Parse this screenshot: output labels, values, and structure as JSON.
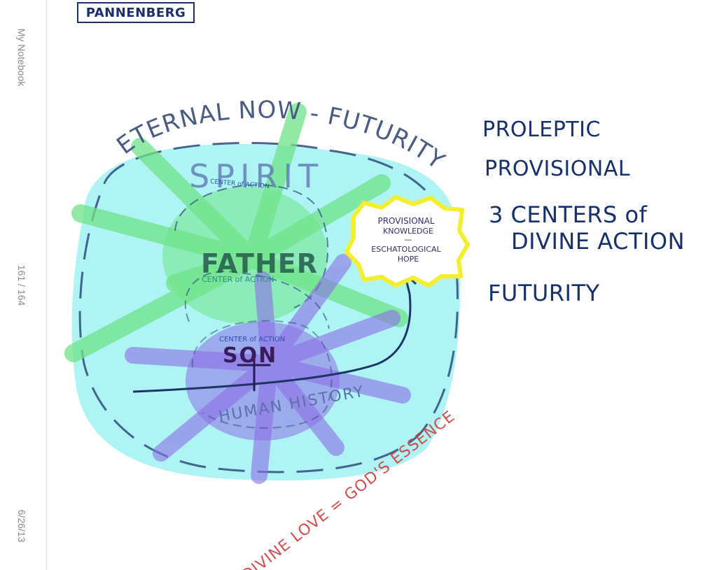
{
  "sidebar": {
    "notebook_title": "My Notebook",
    "page_counter": "161 / 164",
    "date": "6/26/13"
  },
  "header": {
    "title": "PANNENBERG"
  },
  "diagram": {
    "arc_text": "ETERNAL NOW - FUTURITY",
    "spirit": "SPIRIT",
    "spirit_center": "CENTER of ACTION",
    "father": "FATHER",
    "father_center": "CENTER of ACTION",
    "son_center": "CENTER of ACTION",
    "son": "SON",
    "human_history": "HUMAN HISTORY",
    "divine_love": "DIVINE LOVE = GOD'S ESSENCE",
    "burst_line1": "PROVISIONAL",
    "burst_line2": "KNOWLEDGE",
    "burst_line3": "—",
    "burst_line4": "ESCHATOLOGICAL",
    "burst_line5": "HOPE"
  },
  "notes": {
    "line1": "PROLEPTIC",
    "line2": "PROVISIONAL",
    "line3": "3 CENTERS of",
    "line4": "DIVINE ACTION",
    "line5": "FUTURITY"
  },
  "colors": {
    "ink": "#16306d",
    "cyan": "#aef4f4",
    "green": "#6fe389",
    "purple": "#8c6fe6",
    "yellow": "#f3ee2e",
    "red": "#d23a3a"
  }
}
